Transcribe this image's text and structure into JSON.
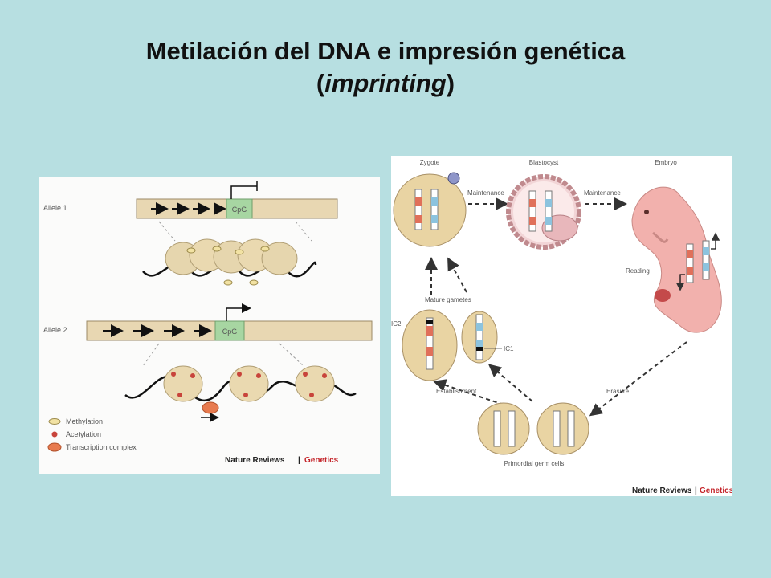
{
  "title": {
    "line1": "Metilación del DNA e impresión genética",
    "paren_open": "(",
    "line2_italic": "imprinting",
    "paren_close": ")"
  },
  "left_figure": {
    "allele1": "Allele 1",
    "allele2": "Allele 2",
    "cpg": "CpG",
    "legend": [
      "Methylation",
      "Acetylation",
      "Transcription complex"
    ],
    "credit_journal": "Nature Reviews",
    "credit_sep": "|",
    "credit_section": "Genetics",
    "colors": {
      "dna_bar": "#e8d7b2",
      "cpg_box": "#a7d6a2",
      "methylation": "#f2e2a3",
      "acetylation": "#c8443b",
      "transcription": "#e87b4f"
    }
  },
  "right_figure": {
    "stages": [
      "Zygote",
      "Blastocyst",
      "Embryo"
    ],
    "arrows": [
      "Maintenance",
      "Maintenance",
      "Reading",
      "Erasure",
      "Establishment"
    ],
    "mature_gametes": "Mature gametes",
    "ic2": "IC2",
    "ic1": "IC1",
    "pgc": "Primordial germ cells",
    "credit_journal": "Nature Reviews",
    "credit_sep": "|",
    "credit_section": "Genetics",
    "colors": {
      "cell": "#e9d4a3",
      "maternal": "#e0705a",
      "paternal": "#8cc3de",
      "embryo": "#f2b1ad"
    }
  }
}
